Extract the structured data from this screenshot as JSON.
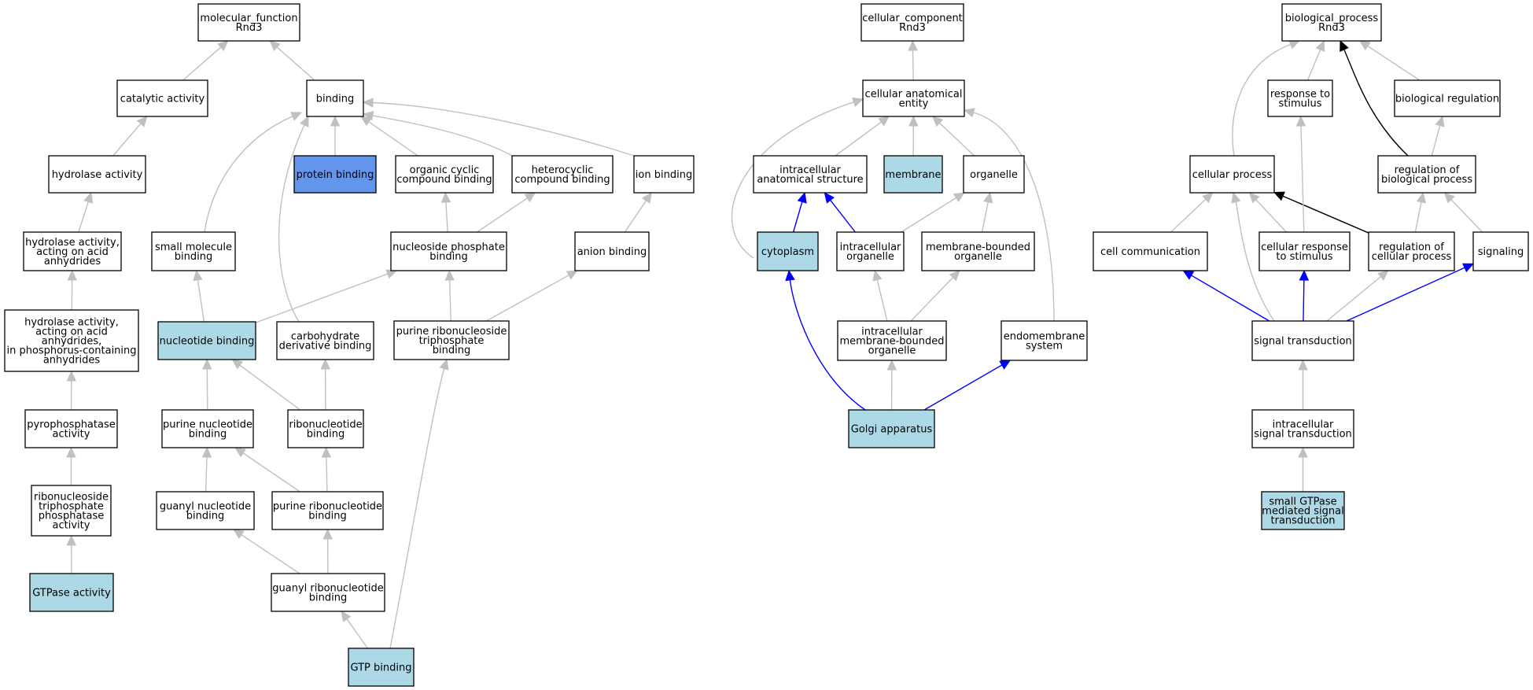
{
  "colors": {
    "default_fill": "#ffffff",
    "annotated_fill": "#add8e6",
    "highlight_fill": "#6495ed",
    "edge_grey": "#c0c0c0",
    "edge_blue": "#0000ff",
    "edge_black": "#000000"
  },
  "nodes": [
    {
      "id": "mf_root",
      "lines": [
        "molecular_function",
        "Rnd3"
      ],
      "fill": "default"
    },
    {
      "id": "catalytic_activity",
      "lines": [
        "catalytic activity"
      ],
      "fill": "default"
    },
    {
      "id": "binding",
      "lines": [
        "binding"
      ],
      "fill": "default"
    },
    {
      "id": "hydrolase_activity",
      "lines": [
        "hydrolase activity"
      ],
      "fill": "default"
    },
    {
      "id": "hydrolase_anhydrides",
      "lines": [
        "hydrolase activity,",
        "acting on acid",
        "anhydrides"
      ],
      "fill": "default"
    },
    {
      "id": "hydrolase_phosphorus",
      "lines": [
        "hydrolase activity,",
        "acting on acid",
        "anhydrides,",
        "in phosphorus-containing",
        "anhydrides"
      ],
      "fill": "default"
    },
    {
      "id": "pyrophosphatase",
      "lines": [
        "pyrophosphatase",
        "activity"
      ],
      "fill": "default"
    },
    {
      "id": "rntp_phosphatase",
      "lines": [
        "ribonucleoside",
        "triphosphate",
        "phosphatase",
        "activity"
      ],
      "fill": "default"
    },
    {
      "id": "gtpase_activity",
      "lines": [
        "GTPase activity"
      ],
      "fill": "annotated"
    },
    {
      "id": "small_molecule_binding",
      "lines": [
        "small molecule",
        "binding"
      ],
      "fill": "default"
    },
    {
      "id": "protein_binding",
      "lines": [
        "protein binding"
      ],
      "fill": "highlight"
    },
    {
      "id": "organic_cyclic",
      "lines": [
        "organic cyclic",
        "compound binding"
      ],
      "fill": "default"
    },
    {
      "id": "heterocyclic",
      "lines": [
        "heterocyclic",
        "compound binding"
      ],
      "fill": "default"
    },
    {
      "id": "ion_binding",
      "lines": [
        "ion binding"
      ],
      "fill": "default"
    },
    {
      "id": "nucleoside_phosphate_binding",
      "lines": [
        "nucleoside phosphate",
        "binding"
      ],
      "fill": "default"
    },
    {
      "id": "anion_binding",
      "lines": [
        "anion binding"
      ],
      "fill": "default"
    },
    {
      "id": "nucleotide_binding",
      "lines": [
        "nucleotide binding"
      ],
      "fill": "annotated"
    },
    {
      "id": "carbohydrate_derivative",
      "lines": [
        "carbohydrate",
        "derivative binding"
      ],
      "fill": "default"
    },
    {
      "id": "purine_rntp_binding",
      "lines": [
        "purine ribonucleoside",
        "triphosphate",
        "binding"
      ],
      "fill": "default"
    },
    {
      "id": "purine_nucleotide",
      "lines": [
        "purine nucleotide",
        "binding"
      ],
      "fill": "default"
    },
    {
      "id": "ribonucleotide",
      "lines": [
        "ribonucleotide",
        "binding"
      ],
      "fill": "default"
    },
    {
      "id": "guanyl_nucleotide",
      "lines": [
        "guanyl nucleotide",
        "binding"
      ],
      "fill": "default"
    },
    {
      "id": "purine_ribonucleotide",
      "lines": [
        "purine ribonucleotide",
        "binding"
      ],
      "fill": "default"
    },
    {
      "id": "guanyl_ribonucleotide",
      "lines": [
        "guanyl ribonucleotide",
        "binding"
      ],
      "fill": "default"
    },
    {
      "id": "gtp_binding",
      "lines": [
        "GTP binding"
      ],
      "fill": "annotated"
    },
    {
      "id": "cc_root",
      "lines": [
        "cellular_component",
        "Rnd3"
      ],
      "fill": "default"
    },
    {
      "id": "cellular_anatomical_entity",
      "lines": [
        "cellular anatomical",
        "entity"
      ],
      "fill": "default"
    },
    {
      "id": "intracellular_anatomical",
      "lines": [
        "intracellular",
        "anatomical structure"
      ],
      "fill": "default"
    },
    {
      "id": "membrane",
      "lines": [
        "membrane"
      ],
      "fill": "annotated"
    },
    {
      "id": "organelle",
      "lines": [
        "organelle"
      ],
      "fill": "default"
    },
    {
      "id": "cytoplasm",
      "lines": [
        "cytoplasm"
      ],
      "fill": "annotated"
    },
    {
      "id": "intracellular_organelle",
      "lines": [
        "intracellular",
        "organelle"
      ],
      "fill": "default"
    },
    {
      "id": "membrane_bounded_organelle",
      "lines": [
        "membrane-bounded",
        "organelle"
      ],
      "fill": "default"
    },
    {
      "id": "intracellular_mb_organelle",
      "lines": [
        "intracellular",
        "membrane-bounded",
        "organelle"
      ],
      "fill": "default"
    },
    {
      "id": "endomembrane_system",
      "lines": [
        "endomembrane",
        "system"
      ],
      "fill": "default"
    },
    {
      "id": "golgi",
      "lines": [
        "Golgi apparatus"
      ],
      "fill": "annotated"
    },
    {
      "id": "bp_root",
      "lines": [
        "biological_process",
        "Rnd3"
      ],
      "fill": "default"
    },
    {
      "id": "response_to_stimulus",
      "lines": [
        "response to",
        "stimulus"
      ],
      "fill": "default"
    },
    {
      "id": "biological_regulation",
      "lines": [
        "biological regulation"
      ],
      "fill": "default"
    },
    {
      "id": "cellular_process",
      "lines": [
        "cellular process"
      ],
      "fill": "default"
    },
    {
      "id": "regulation_biological_process",
      "lines": [
        "regulation of",
        "biological process"
      ],
      "fill": "default"
    },
    {
      "id": "cell_communication",
      "lines": [
        "cell communication"
      ],
      "fill": "default"
    },
    {
      "id": "cellular_response_stimulus",
      "lines": [
        "cellular response",
        "to stimulus"
      ],
      "fill": "default"
    },
    {
      "id": "regulation_cellular_process",
      "lines": [
        "regulation of",
        "cellular process"
      ],
      "fill": "default"
    },
    {
      "id": "signaling",
      "lines": [
        "signaling"
      ],
      "fill": "default"
    },
    {
      "id": "signal_transduction",
      "lines": [
        "signal transduction"
      ],
      "fill": "default"
    },
    {
      "id": "intracellular_signal_transduction",
      "lines": [
        "intracellular",
        "signal transduction"
      ],
      "fill": "default"
    },
    {
      "id": "small_gtpase_signal",
      "lines": [
        "small GTPase",
        "mediated signal",
        "transduction"
      ],
      "fill": "annotated"
    }
  ],
  "edges": [
    {
      "from": "catalytic_activity",
      "to": "mf_root",
      "color": "grey"
    },
    {
      "from": "binding",
      "to": "mf_root",
      "color": "grey"
    },
    {
      "from": "hydrolase_activity",
      "to": "catalytic_activity",
      "color": "grey"
    },
    {
      "from": "hydrolase_anhydrides",
      "to": "hydrolase_activity",
      "color": "grey"
    },
    {
      "from": "hydrolase_phosphorus",
      "to": "hydrolase_anhydrides",
      "color": "grey"
    },
    {
      "from": "pyrophosphatase",
      "to": "hydrolase_phosphorus",
      "color": "grey"
    },
    {
      "from": "rntp_phosphatase",
      "to": "pyrophosphatase",
      "color": "grey"
    },
    {
      "from": "gtpase_activity",
      "to": "rntp_phosphatase",
      "color": "grey"
    },
    {
      "from": "small_molecule_binding",
      "to": "binding",
      "color": "grey"
    },
    {
      "from": "protein_binding",
      "to": "binding",
      "color": "grey"
    },
    {
      "from": "organic_cyclic",
      "to": "binding",
      "color": "grey"
    },
    {
      "from": "heterocyclic",
      "to": "binding",
      "color": "grey"
    },
    {
      "from": "ion_binding",
      "to": "binding",
      "color": "grey"
    },
    {
      "from": "carbohydrate_derivative",
      "to": "binding",
      "color": "grey"
    },
    {
      "from": "nucleoside_phosphate_binding",
      "to": "organic_cyclic",
      "color": "grey"
    },
    {
      "from": "nucleoside_phosphate_binding",
      "to": "heterocyclic",
      "color": "grey"
    },
    {
      "from": "anion_binding",
      "to": "ion_binding",
      "color": "grey"
    },
    {
      "from": "nucleotide_binding",
      "to": "small_molecule_binding",
      "color": "grey"
    },
    {
      "from": "nucleotide_binding",
      "to": "nucleoside_phosphate_binding",
      "color": "grey"
    },
    {
      "from": "purine_rntp_binding",
      "to": "nucleoside_phosphate_binding",
      "color": "grey"
    },
    {
      "from": "purine_rntp_binding",
      "to": "anion_binding",
      "color": "grey"
    },
    {
      "from": "purine_nucleotide",
      "to": "nucleotide_binding",
      "color": "grey"
    },
    {
      "from": "ribonucleotide",
      "to": "nucleotide_binding",
      "color": "grey"
    },
    {
      "from": "ribonucleotide",
      "to": "carbohydrate_derivative",
      "color": "grey"
    },
    {
      "from": "guanyl_nucleotide",
      "to": "purine_nucleotide",
      "color": "grey"
    },
    {
      "from": "purine_ribonucleotide",
      "to": "purine_nucleotide",
      "color": "grey"
    },
    {
      "from": "purine_ribonucleotide",
      "to": "ribonucleotide",
      "color": "grey"
    },
    {
      "from": "guanyl_ribonucleotide",
      "to": "guanyl_nucleotide",
      "color": "grey"
    },
    {
      "from": "guanyl_ribonucleotide",
      "to": "purine_ribonucleotide",
      "color": "grey"
    },
    {
      "from": "gtp_binding",
      "to": "guanyl_ribonucleotide",
      "color": "grey"
    },
    {
      "from": "gtp_binding",
      "to": "purine_rntp_binding",
      "color": "grey"
    },
    {
      "from": "cellular_anatomical_entity",
      "to": "cc_root",
      "color": "grey"
    },
    {
      "from": "intracellular_anatomical",
      "to": "cellular_anatomical_entity",
      "color": "grey"
    },
    {
      "from": "membrane",
      "to": "cellular_anatomical_entity",
      "color": "grey"
    },
    {
      "from": "organelle",
      "to": "cellular_anatomical_entity",
      "color": "grey"
    },
    {
      "from": "cytoplasm",
      "to": "cellular_anatomical_entity",
      "color": "grey"
    },
    {
      "from": "endomembrane_system",
      "to": "cellular_anatomical_entity",
      "color": "grey"
    },
    {
      "from": "cytoplasm",
      "to": "intracellular_anatomical",
      "color": "blue"
    },
    {
      "from": "intracellular_organelle",
      "to": "intracellular_anatomical",
      "color": "blue"
    },
    {
      "from": "intracellular_organelle",
      "to": "organelle",
      "color": "grey"
    },
    {
      "from": "membrane_bounded_organelle",
      "to": "organelle",
      "color": "grey"
    },
    {
      "from": "intracellular_mb_organelle",
      "to": "intracellular_organelle",
      "color": "grey"
    },
    {
      "from": "intracellular_mb_organelle",
      "to": "membrane_bounded_organelle",
      "color": "grey"
    },
    {
      "from": "golgi",
      "to": "intracellular_mb_organelle",
      "color": "grey"
    },
    {
      "from": "golgi",
      "to": "cytoplasm",
      "color": "blue"
    },
    {
      "from": "golgi",
      "to": "endomembrane_system",
      "color": "blue"
    },
    {
      "from": "response_to_stimulus",
      "to": "bp_root",
      "color": "grey"
    },
    {
      "from": "biological_regulation",
      "to": "bp_root",
      "color": "grey"
    },
    {
      "from": "cellular_process",
      "to": "bp_root",
      "color": "grey"
    },
    {
      "from": "regulation_biological_process",
      "to": "bp_root",
      "color": "black"
    },
    {
      "from": "regulation_biological_process",
      "to": "biological_regulation",
      "color": "grey"
    },
    {
      "from": "cell_communication",
      "to": "cellular_process",
      "color": "grey"
    },
    {
      "from": "cellular_response_stimulus",
      "to": "cellular_process",
      "color": "grey"
    },
    {
      "from": "signal_transduction",
      "to": "cellular_process",
      "color": "grey"
    },
    {
      "from": "regulation_cellular_process",
      "to": "cellular_process",
      "color": "black"
    },
    {
      "from": "regulation_cellular_process",
      "to": "regulation_biological_process",
      "color": "grey"
    },
    {
      "from": "signaling",
      "to": "regulation_biological_process",
      "color": "grey"
    },
    {
      "from": "cellular_response_stimulus",
      "to": "response_to_stimulus",
      "color": "grey"
    },
    {
      "from": "signal_transduction",
      "to": "cell_communication",
      "color": "blue"
    },
    {
      "from": "signal_transduction",
      "to": "cellular_response_stimulus",
      "color": "blue"
    },
    {
      "from": "signal_transduction",
      "to": "regulation_cellular_process",
      "color": "grey"
    },
    {
      "from": "signal_transduction",
      "to": "signaling",
      "color": "blue"
    },
    {
      "from": "intracellular_signal_transduction",
      "to": "signal_transduction",
      "color": "grey"
    },
    {
      "from": "small_gtpase_signal",
      "to": "intracellular_signal_transduction",
      "color": "grey"
    }
  ]
}
